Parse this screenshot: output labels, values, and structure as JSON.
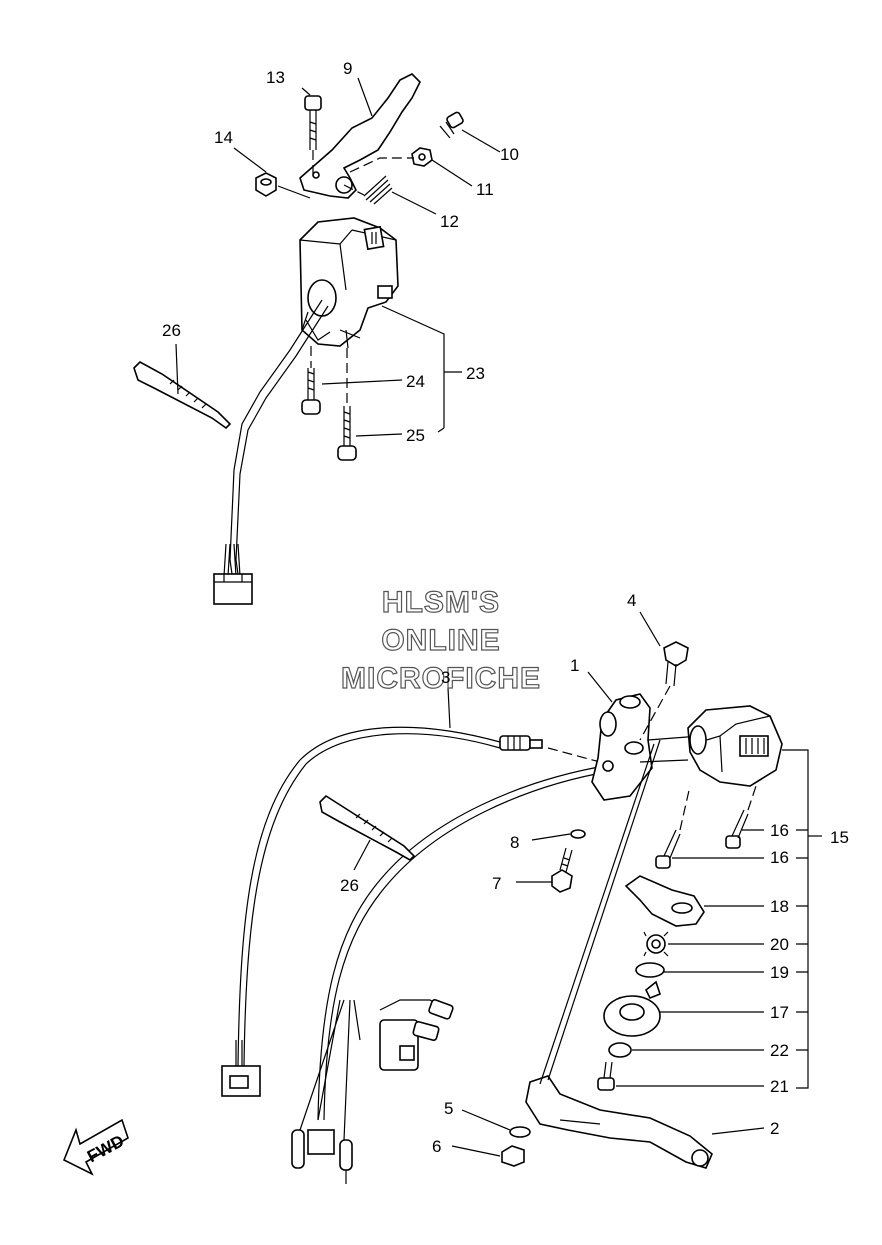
{
  "watermark": [
    "HLSM'S",
    "ONLINE",
    "MICROFICHE"
  ],
  "fwd_label": "FWD",
  "callouts": {
    "c1": "1",
    "c2": "2",
    "c3": "3",
    "c4": "4",
    "c5": "5",
    "c6": "6",
    "c7": "7",
    "c8": "8",
    "c9": "9",
    "c10": "10",
    "c11": "11",
    "c12": "12",
    "c13": "13",
    "c14": "14",
    "c15": "15",
    "c16a": "16",
    "c16b": "16",
    "c17": "17",
    "c18": "18",
    "c19": "19",
    "c20": "20",
    "c21": "21",
    "c22": "22",
    "c23": "23",
    "c24": "24",
    "c25": "25",
    "c26a": "26",
    "c26b": "26"
  }
}
